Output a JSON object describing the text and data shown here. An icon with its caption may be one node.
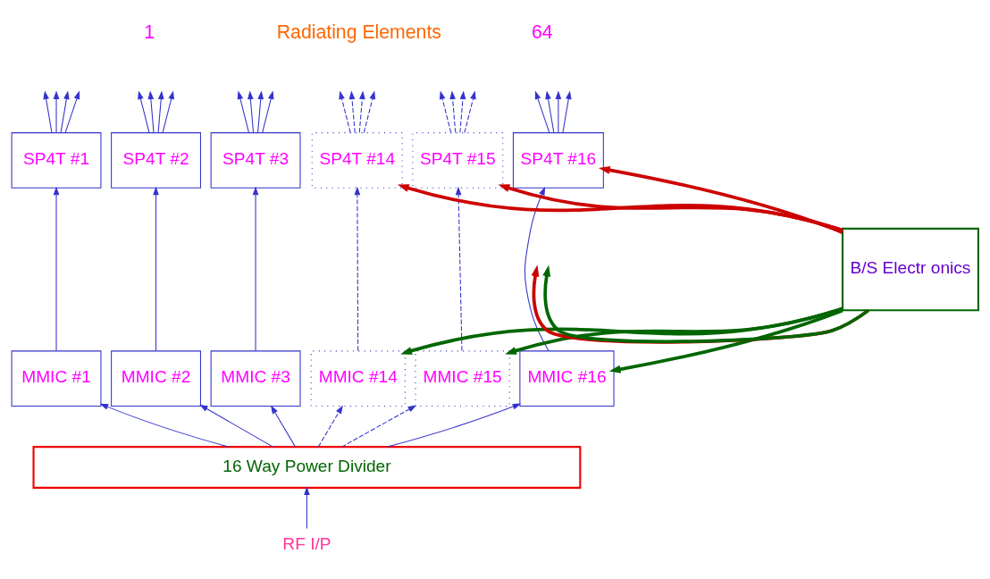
{
  "diagram": {
    "nodes": [
      {
        "text": [
          "SP4T #1"
        ]
      },
      {
        "text": [
          "SP4T #2"
        ]
      },
      {
        "text": [
          "SP4T #3"
        ]
      },
      {
        "text": [
          "SP4T #14"
        ]
      },
      {
        "text": [
          "SP4T #15"
        ]
      },
      {
        "text": [
          "SP4T #16"
        ]
      },
      {
        "text": [
          "MMIC #1"
        ]
      },
      {
        "text": [
          "MMIC #2"
        ]
      },
      {
        "text": [
          "MMIC #3"
        ]
      },
      {
        "text": [
          "MMIC #14"
        ]
      },
      {
        "text": [
          "MMIC #15"
        ]
      },
      {
        "text": [
          "MMIC #16"
        ]
      },
      {
        "text": [
          "16 Way Power Divider"
        ]
      },
      {
        "text": [
          "B/S Electr onics"
        ]
      },
      {
        "text": [
          "RF I/P"
        ]
      }
    ],
    "edges": [
      {
        "from": 0,
        "to": null,
        "arrow": "to"
      },
      {
        "from": 0,
        "to": null,
        "arrow": "to"
      },
      {
        "from": 0,
        "to": null,
        "arrow": "to"
      },
      {
        "from": 0,
        "to": null,
        "arrow": "to"
      },
      {
        "from": 1,
        "to": null,
        "arrow": "to"
      },
      {
        "from": 1,
        "to": null,
        "arrow": "to"
      },
      {
        "from": 1,
        "to": null,
        "arrow": "to"
      },
      {
        "from": 1,
        "to": null,
        "arrow": "to"
      },
      {
        "from": 2,
        "to": null,
        "arrow": "to"
      },
      {
        "from": 2,
        "to": null,
        "arrow": "to"
      },
      {
        "from": 2,
        "to": null,
        "arrow": "to"
      },
      {
        "from": 2,
        "to": null,
        "arrow": "to"
      },
      {
        "from": 3,
        "to": null,
        "arrow": "to",
        "style": "dashed"
      },
      {
        "from": 3,
        "to": null,
        "arrow": "to",
        "style": "dashed"
      },
      {
        "from": 3,
        "to": null,
        "arrow": "to",
        "style": "dashed"
      },
      {
        "from": 3,
        "to": null,
        "arrow": "to",
        "style": "dashed"
      },
      {
        "from": 4,
        "to": null,
        "arrow": "to",
        "style": "dashed"
      },
      {
        "from": 4,
        "to": null,
        "arrow": "to",
        "style": "dashed"
      },
      {
        "from": 4,
        "to": null,
        "arrow": "to",
        "style": "dashed"
      },
      {
        "from": 4,
        "to": null,
        "arrow": "to",
        "style": "dashed"
      },
      {
        "from": 5,
        "to": null,
        "arrow": "to"
      },
      {
        "from": 5,
        "to": null,
        "arrow": "to"
      },
      {
        "from": 5,
        "to": null,
        "arrow": "to"
      },
      {
        "from": 5,
        "to": null,
        "arrow": "to"
      },
      {
        "from": 6,
        "to": 0,
        "arrow": "to"
      },
      {
        "from": 7,
        "to": 1,
        "arrow": "to"
      },
      {
        "from": 8,
        "to": 2,
        "arrow": "to"
      },
      {
        "from": 9,
        "to": 3,
        "arrow": "to",
        "style": "dashed"
      },
      {
        "from": 10,
        "to": 4,
        "arrow": "to",
        "style": "dashed"
      },
      {
        "from": 11,
        "to": 5,
        "arrow": "to"
      },
      {
        "from": 12,
        "to": 6,
        "arrow": "to"
      },
      {
        "from": 12,
        "to": 7,
        "arrow": "to"
      },
      {
        "from": 12,
        "to": 8,
        "arrow": "to"
      },
      {
        "from": 12,
        "to": 9,
        "arrow": "to",
        "style": "dashed"
      },
      {
        "from": 12,
        "to": 10,
        "arrow": "to",
        "style": "dashed"
      },
      {
        "from": 12,
        "to": 11,
        "arrow": "to"
      },
      {
        "from": 14,
        "to": 12,
        "arrow": "to"
      },
      {
        "from": 13,
        "to": null,
        "arrow": "to",
        "style": "thick",
        "color": "#cc0000"
      },
      {
        "from": 13,
        "to": 3,
        "arrow": "to",
        "style": "thick",
        "color": "#cc0000"
      },
      {
        "from": 13,
        "to": 4,
        "arrow": "to",
        "style": "thick",
        "color": "#cc0000"
      },
      {
        "from": 13,
        "to": 5,
        "arrow": "to",
        "style": "thick",
        "color": "#cc0000"
      },
      {
        "from": 13,
        "to": null,
        "arrow": "to",
        "style": "thick",
        "color": "#006600"
      },
      {
        "from": 13,
        "to": 9,
        "arrow": "to",
        "style": "thick",
        "color": "#006600"
      },
      {
        "from": 13,
        "to": 10,
        "arrow": "to",
        "style": "thick",
        "color": "#006600"
      },
      {
        "from": 13,
        "to": 11,
        "arrow": "to",
        "style": "thick",
        "color": "#006600"
      }
    ],
    "labels": [
      "1",
      "Radiating Elements",
      "64"
    ]
  }
}
